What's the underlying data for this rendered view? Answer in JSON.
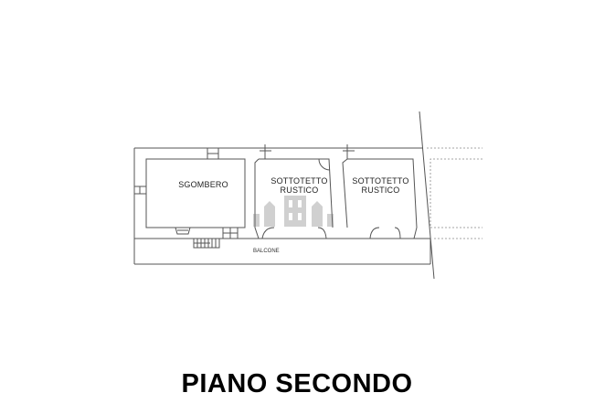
{
  "plan": {
    "floor_title": "PIANO SECONDO",
    "rooms": [
      {
        "label_line1": "SGOMBERO",
        "label_line2": ""
      },
      {
        "label_line1": "SOTTOTETTO",
        "label_line2": "RUSTICO"
      },
      {
        "label_line1": "SOTTOTETTO",
        "label_line2": "RUSTICO"
      }
    ],
    "balcony_label": "BALCONE",
    "colors": {
      "line": "#555555",
      "dashed": "#888888",
      "watermark": "#7a7a7a"
    }
  }
}
